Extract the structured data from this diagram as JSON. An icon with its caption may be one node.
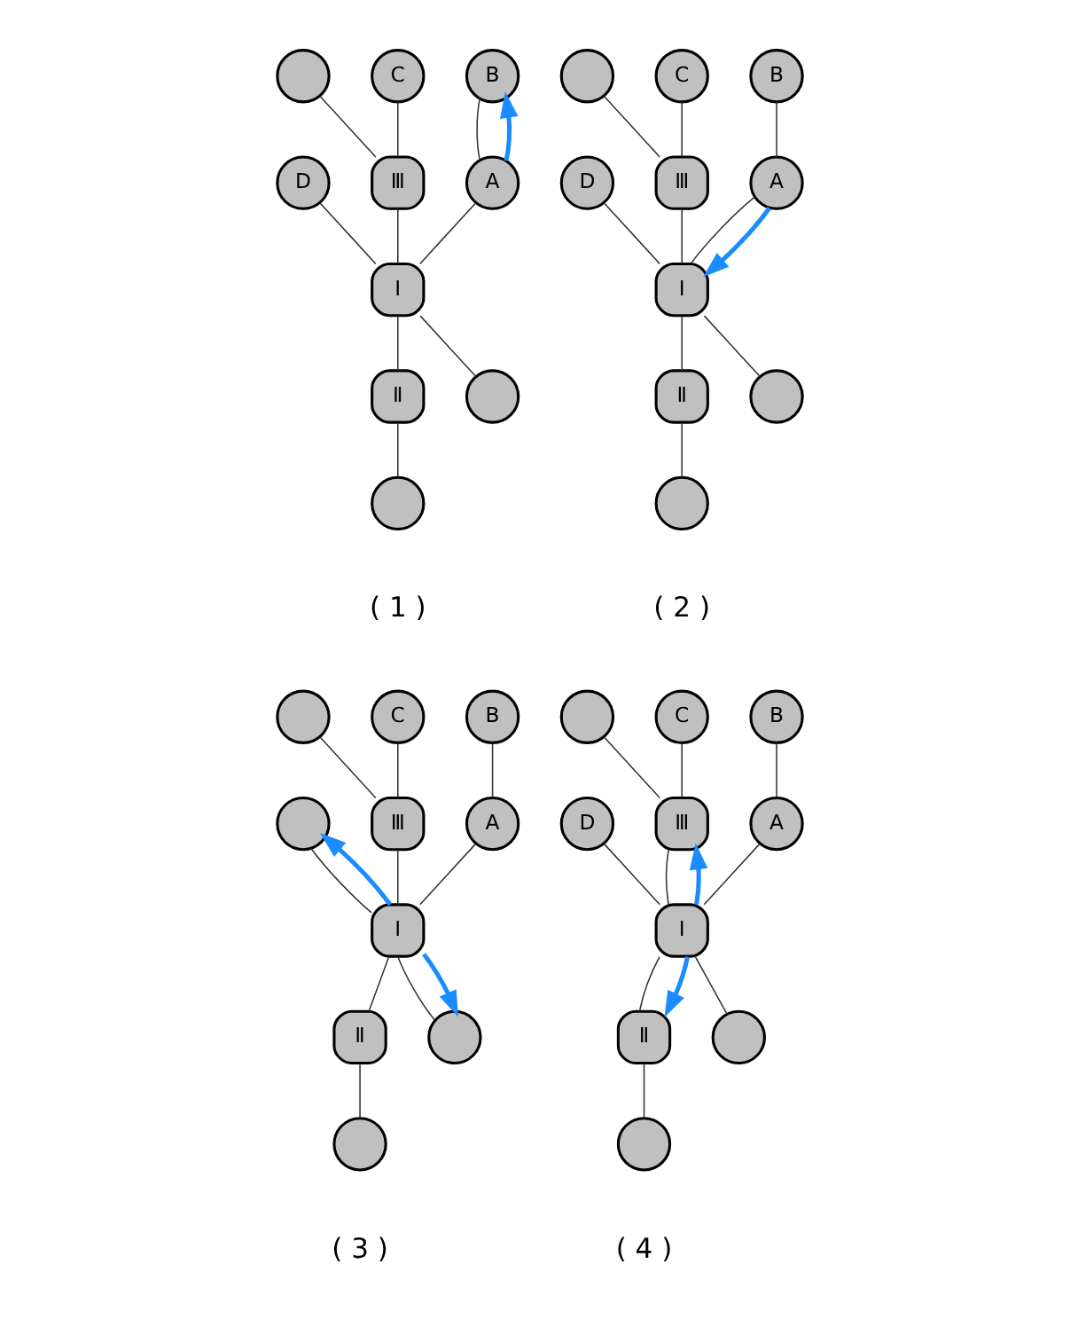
{
  "diagram": {
    "nodes": [
      {
        "text": [
          "C"
        ]
      },
      {
        "text": [],
        "shape": "circle"
      },
      {
        "text": [
          "Ⅲ"
        ]
      },
      {
        "text": [
          "B"
        ]
      },
      {
        "text": [
          "A"
        ]
      },
      {
        "text": [
          "D"
        ]
      },
      {
        "text": [
          "Ⅰ"
        ]
      },
      {
        "text": [
          "Ⅱ"
        ]
      },
      {
        "text": [],
        "shape": "circle"
      },
      {
        "text": [],
        "shape": "circle"
      },
      {
        "text": [
          "C"
        ]
      },
      {
        "text": [],
        "shape": "circle"
      },
      {
        "text": [
          "Ⅲ"
        ]
      },
      {
        "text": [
          "B"
        ]
      },
      {
        "text": [
          "A"
        ]
      },
      {
        "text": [
          "D"
        ]
      },
      {
        "text": [
          "Ⅰ"
        ]
      },
      {
        "text": [
          "Ⅱ"
        ]
      },
      {
        "text": [],
        "shape": "circle"
      },
      {
        "text": [],
        "shape": "circle"
      },
      {
        "text": [
          "C"
        ]
      },
      {
        "text": [],
        "shape": "circle"
      },
      {
        "text": [
          "Ⅲ"
        ]
      },
      {
        "text": [
          "B"
        ]
      },
      {
        "text": [
          "A"
        ]
      },
      {
        "text": [],
        "shape": "circle"
      },
      {
        "text": [
          "Ⅰ"
        ]
      },
      {
        "text": [
          "Ⅱ"
        ]
      },
      {
        "text": [],
        "shape": "circle"
      },
      {
        "text": [],
        "shape": "circle"
      },
      {
        "text": [
          "C"
        ]
      },
      {
        "text": [],
        "shape": "circle"
      },
      {
        "text": [
          "Ⅲ"
        ]
      },
      {
        "text": [
          "B"
        ]
      },
      {
        "text": [
          "A"
        ]
      },
      {
        "text": [
          "D"
        ]
      },
      {
        "text": [
          "Ⅰ"
        ]
      },
      {
        "text": [
          "Ⅱ"
        ]
      },
      {
        "text": [],
        "shape": "circle"
      },
      {
        "text": [],
        "shape": "circle"
      }
    ],
    "edges": [
      {
        "from": 0,
        "to": 2,
        "arrow": "none"
      },
      {
        "from": 1,
        "to": 2,
        "arrow": "none"
      },
      {
        "from": 2,
        "to": 6,
        "arrow": "none"
      },
      {
        "from": 3,
        "to": 4,
        "arrow": "none"
      },
      {
        "from": 4,
        "to": 6,
        "arrow": "none"
      },
      {
        "from": 5,
        "to": 6,
        "arrow": "none"
      },
      {
        "from": 6,
        "to": 7,
        "arrow": "none"
      },
      {
        "from": 6,
        "to": 8,
        "arrow": "none"
      },
      {
        "from": 7,
        "to": 9,
        "arrow": "none"
      },
      {
        "from": 4,
        "to": 3,
        "arrow": "to",
        "style": "thick",
        "color": "#1a8cff"
      },
      {
        "from": 10,
        "to": 12,
        "arrow": "none"
      },
      {
        "from": 11,
        "to": 12,
        "arrow": "none"
      },
      {
        "from": 12,
        "to": 16,
        "arrow": "none"
      },
      {
        "from": 13,
        "to": 14,
        "arrow": "none"
      },
      {
        "from": 14,
        "to": 16,
        "arrow": "none"
      },
      {
        "from": 15,
        "to": 16,
        "arrow": "none"
      },
      {
        "from": 16,
        "to": 17,
        "arrow": "none"
      },
      {
        "from": 16,
        "to": 18,
        "arrow": "none"
      },
      {
        "from": 17,
        "to": 19,
        "arrow": "none"
      },
      {
        "from": 14,
        "to": 16,
        "arrow": "to",
        "style": "thick",
        "color": "#1a8cff"
      },
      {
        "from": 20,
        "to": 22,
        "arrow": "none"
      },
      {
        "from": 21,
        "to": 22,
        "arrow": "none"
      },
      {
        "from": 22,
        "to": 26,
        "arrow": "none"
      },
      {
        "from": 23,
        "to": 24,
        "arrow": "none"
      },
      {
        "from": 24,
        "to": 26,
        "arrow": "none"
      },
      {
        "from": 25,
        "to": 26,
        "arrow": "none"
      },
      {
        "from": 26,
        "to": 27,
        "arrow": "none"
      },
      {
        "from": 26,
        "to": 28,
        "arrow": "none"
      },
      {
        "from": 27,
        "to": 29,
        "arrow": "none"
      },
      {
        "from": 26,
        "to": 25,
        "arrow": "to",
        "style": "thick",
        "color": "#1a8cff"
      },
      {
        "from": 26,
        "to": 28,
        "arrow": "to",
        "style": "thick",
        "color": "#1a8cff"
      },
      {
        "from": 30,
        "to": 32,
        "arrow": "none"
      },
      {
        "from": 31,
        "to": 32,
        "arrow": "none"
      },
      {
        "from": 32,
        "to": 36,
        "arrow": "none"
      },
      {
        "from": 33,
        "to": 34,
        "arrow": "none"
      },
      {
        "from": 34,
        "to": 36,
        "arrow": "none"
      },
      {
        "from": 35,
        "to": 36,
        "arrow": "none"
      },
      {
        "from": 36,
        "to": 37,
        "arrow": "none"
      },
      {
        "from": 36,
        "to": 38,
        "arrow": "none"
      },
      {
        "from": 37,
        "to": 39,
        "arrow": "none"
      },
      {
        "from": 36,
        "to": 32,
        "arrow": "to",
        "style": "thick",
        "color": "#1a8cff"
      },
      {
        "from": 36,
        "to": 37,
        "arrow": "to",
        "style": "thick",
        "color": "#1a8cff"
      }
    ],
    "labels": [
      "( 1 )",
      "( 2 )",
      "( 3 )",
      "( 4 )"
    ]
  }
}
